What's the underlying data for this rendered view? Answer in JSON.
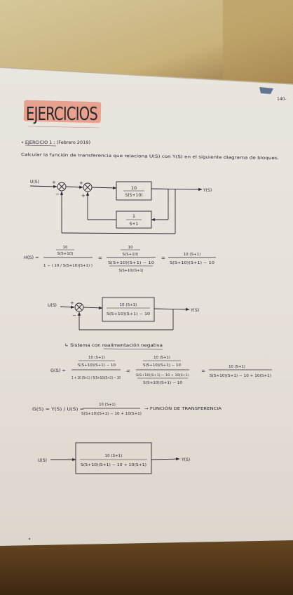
{
  "page": {
    "page_number": "140-",
    "title": "EJERCICIOS"
  },
  "exercise": {
    "heading": "• EJERCICIO 1 : (Febrero 2019)",
    "statement": "Calcular la función de transferencia que relaciona U(S) con Y(S) en el siguiente diagrama de bloques."
  },
  "diagram1": {
    "input": "U(S)",
    "output": "Y(S)",
    "forward_num": "10",
    "forward_den": "S(S+10)",
    "feedback_num": "1",
    "feedback_den": "S+1",
    "sign_plus": "+",
    "sign_minus": "−"
  },
  "step1": {
    "lhs": "H(S) =",
    "t1_num": "10",
    "t1_den_num": "S(S+10)",
    "t1_den": "1 − ( 10 / S(S+10)(S+1) )",
    "eq": "=",
    "t2_top": "10",
    "t2_top_den": "S(S+10)",
    "t2_bot": "S(S+10)(S+1) − 10",
    "t2_bot_den": "S(S+10)(S+1)",
    "t3_num": "10 (S+1)",
    "t3_den": "S(S+10)(S+1) − 10"
  },
  "diagram2": {
    "input": "U(S)",
    "output": "Y(S)",
    "block_num": "10 (S+1)",
    "block_den": "S(S+10)(S+1) − 10",
    "sign_plus": "+",
    "sign_minus": "−"
  },
  "note": "↳ Sistema con realimentación negativa",
  "step2": {
    "lhs": "G(S) =",
    "a_top_num": "10 (S+1)",
    "a_top_den": "S(S+10)(S+1) − 10",
    "a_bot": "1 + 10 (S+1) / S(S+10)(S+1) − 10",
    "eq": "=",
    "b_top_num": "10 (S+1)",
    "b_top_den": "S(S+10)(S+1) − 10",
    "b_bot_num": "S(S+10)(S+1) − 10 + 10(S+1)",
    "b_bot_den": "S(S+10)(S+1) − 10",
    "c_num": "10 (S+1)",
    "c_den": "S(S+10)(S+1) − 10 + 10(S+1)"
  },
  "result": {
    "lhs": "G(S) = Y(S) / U(S) =",
    "num": "10 (S+1)",
    "den": "S(S+10)(S+1) − 10 + 10(S+1)",
    "arrow_label": "→ FUNCIÓN DE TRANSFERENCIA"
  },
  "diagram3": {
    "input": "U(S)",
    "output": "Y(S)",
    "block_num": "10 (S+1)",
    "block_den": "S(S+10)(S+1) − 10 + 10(S+1)"
  }
}
